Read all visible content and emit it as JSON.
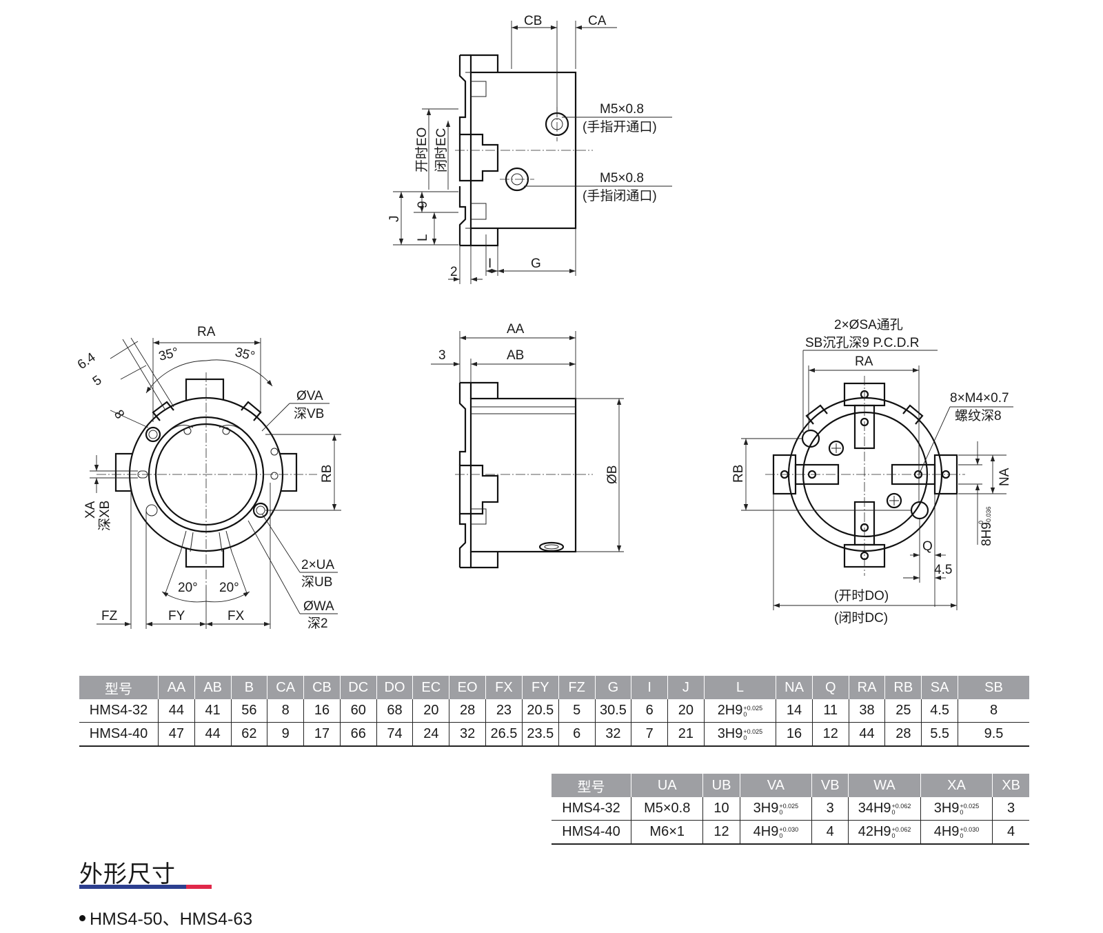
{
  "colors": {
    "title_bar_blue": "#2c3f8f",
    "title_bar_red": "#e0284a",
    "table_header_bg": "#9e9fa3"
  },
  "top_view": {
    "dim_cb": "CB",
    "dim_ca": "CA",
    "port_open_thread": "M5×0.8",
    "port_open_label": "(手指开通口)",
    "port_close_thread": "M5×0.8",
    "port_close_label": "(手指闭通口)",
    "dim_eo": "开时EO",
    "dim_ec": "闭时EC",
    "dim_9": "9",
    "dim_j": "J",
    "dim_l": "L",
    "dim_2": "2",
    "dim_i": "I",
    "dim_g": "G"
  },
  "left_view": {
    "dim_ra": "RA",
    "angle_35_left": "35°",
    "angle_35_right": "35°",
    "dim_6_4": "6.4",
    "dim_5": "5",
    "dim_8": "8",
    "dim_va": "ØVA",
    "dim_vb": "深VB",
    "dim_rb": "RB",
    "dim_xa": "XA",
    "dim_xb": "深XB",
    "dim_ua": "2×UA",
    "dim_ub": "深UB",
    "dim_wa": "ØWA",
    "dim_wa_depth": "深2",
    "angle_20_left": "20°",
    "angle_20_right": "20°",
    "dim_fz": "FZ",
    "dim_fy": "FY",
    "dim_fx": "FX"
  },
  "middle_view": {
    "dim_aa": "AA",
    "dim_3": "3",
    "dim_ab": "AB",
    "dim_b": "ØB"
  },
  "right_view": {
    "note_sa": "2×ØSA通孔",
    "note_sb": "SB沉孔深9  P.C.D.R",
    "dim_ra": "RA",
    "note_m4": "8×M4×0.7",
    "note_m4_depth": "螺纹深8",
    "dim_rb": "RB",
    "dim_na": "NA",
    "dim_8h9": "8H9",
    "dim_8h9_tol_top": "0",
    "dim_8h9_tol_bottom": "-0.036",
    "dim_q": "Q",
    "dim_4_5": "4.5",
    "dim_do": "(开时DO)",
    "dim_dc": "(闭时DC)"
  },
  "table1": {
    "headers": [
      "型号",
      "AA",
      "AB",
      "B",
      "CA",
      "CB",
      "DC",
      "DO",
      "EC",
      "EO",
      "FX",
      "FY",
      "FZ",
      "G",
      "I",
      "J",
      "L",
      "NA",
      "Q",
      "RA",
      "RB",
      "SA",
      "SB"
    ],
    "rows": [
      {
        "model": "HMS4-32",
        "AA": "44",
        "AB": "41",
        "B": "56",
        "CA": "8",
        "CB": "16",
        "DC": "60",
        "DO": "68",
        "EC": "20",
        "EO": "28",
        "FX": "23",
        "FY": "20.5",
        "FZ": "5",
        "G": "30.5",
        "I": "6",
        "J": "20",
        "L": "2H9",
        "L_tol_top": "+0.025",
        "L_tol_bottom": "0",
        "NA": "14",
        "Q": "11",
        "RA": "38",
        "RB": "25",
        "SA": "4.5",
        "SB": "8"
      },
      {
        "model": "HMS4-40",
        "AA": "47",
        "AB": "44",
        "B": "62",
        "CA": "9",
        "CB": "17",
        "DC": "66",
        "DO": "74",
        "EC": "24",
        "EO": "32",
        "FX": "26.5",
        "FY": "23.5",
        "FZ": "6",
        "G": "32",
        "I": "7",
        "J": "21",
        "L": "3H9",
        "L_tol_top": "+0.025",
        "L_tol_bottom": "0",
        "NA": "16",
        "Q": "12",
        "RA": "44",
        "RB": "28",
        "SA": "5.5",
        "SB": "9.5"
      }
    ]
  },
  "table2": {
    "headers": [
      "型号",
      "UA",
      "UB",
      "VA",
      "VB",
      "WA",
      "XA",
      "XB"
    ],
    "rows": [
      {
        "model": "HMS4-32",
        "UA": "M5×0.8",
        "UB": "10",
        "VA": "3H9",
        "VA_tol_top": "+0.025",
        "VA_tol_bottom": "0",
        "VB": "3",
        "WA": "34H9",
        "WA_tol_top": "+0.062",
        "WA_tol_bottom": "0",
        "XA": "3H9",
        "XA_tol_top": "+0.025",
        "XA_tol_bottom": "0",
        "XB": "3"
      },
      {
        "model": "HMS4-40",
        "UA": "M6×1",
        "UB": "12",
        "VA": "4H9",
        "VA_tol_top": "+0.030",
        "VA_tol_bottom": "0",
        "VB": "4",
        "WA": "42H9",
        "WA_tol_top": "+0.062",
        "WA_tol_bottom": "0",
        "XA": "4H9",
        "XA_tol_top": "+0.030",
        "XA_tol_bottom": "0",
        "XB": "4"
      }
    ]
  },
  "section": {
    "title": "外形尺寸",
    "model_list": "HMS4-50、HMS4-63"
  }
}
